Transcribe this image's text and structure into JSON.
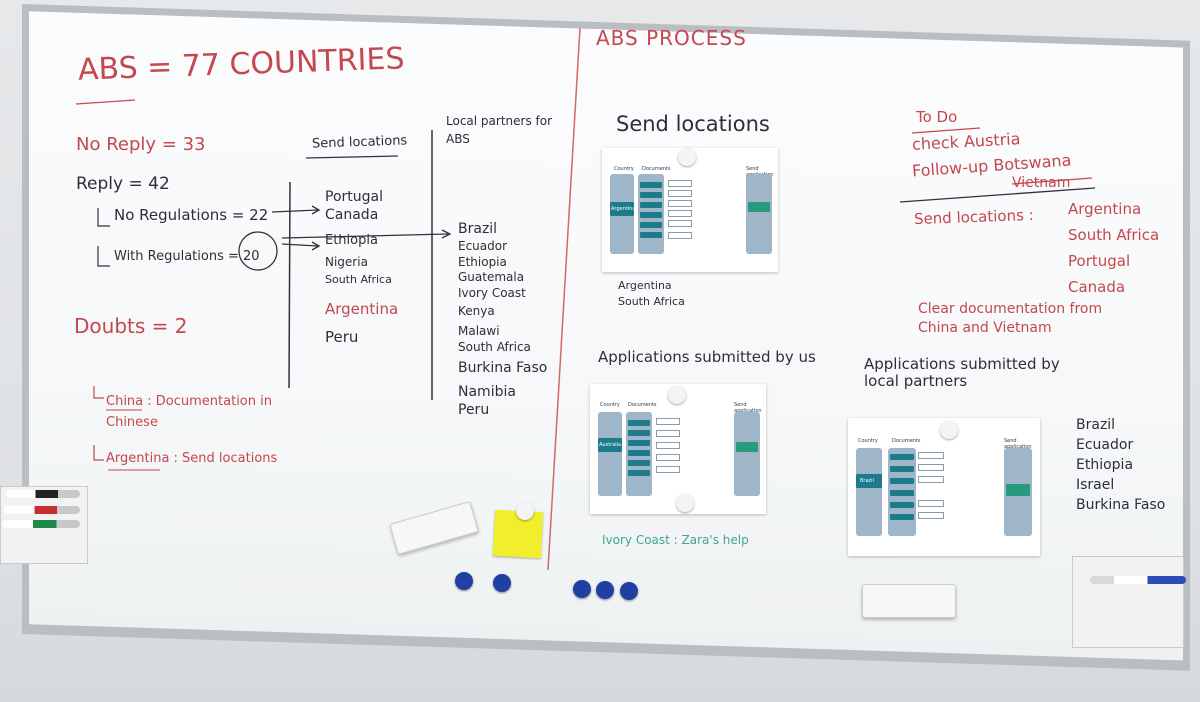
{
  "left": {
    "title": "ABS = 77 COUNTRIES",
    "no_reply": "No Reply = 33",
    "reply": "Reply = 42",
    "no_regulations": "No Regulations = 22",
    "with_regulations": "With Regulations = 20",
    "doubts": "Doubts = 2",
    "china": "China : Documentation in Chinese",
    "argentina": "Argentina : Send locations"
  },
  "send_locations": {
    "header": "Send locations",
    "items": [
      "Portugal",
      "Canada",
      "Ethiopia",
      "Nigeria",
      "South Africa",
      "Argentina",
      "Peru"
    ]
  },
  "local_partners": {
    "header": "Local partners for ABS",
    "items": [
      "Brazil",
      "Ecuador",
      "Ethiopia",
      "Guatemala",
      "Ivory Coast",
      "Kenya",
      "Malawi",
      "South Africa",
      "Burkina Faso",
      "Namibia",
      "Peru"
    ]
  },
  "process": {
    "title": "ABS PROCESS",
    "send_locations_title": "Send locations",
    "send_locations_countries": [
      "Argentina",
      "South Africa"
    ],
    "submitted_by_us_title": "Applications submitted by us",
    "ivory_coast_note": "Ivory Coast : Zara's help",
    "submitted_by_partners_title": "Applications submitted by local partners",
    "partner_countries": [
      "Brazil",
      "Ecuador",
      "Ethiopia",
      "Israel",
      "Burkina Faso"
    ]
  },
  "todo": {
    "title": "To Do",
    "items": [
      "check Austria",
      "Follow-up Botswana",
      "Vietnam"
    ],
    "send_locations_label": "Send locations :",
    "send_locations_items": [
      "Argentina",
      "South Africa",
      "Portugal",
      "Canada"
    ],
    "clear_docs": "Clear documentation from China and Vietnam"
  },
  "printouts": [
    {
      "country_col": "Country",
      "documents_col": "Documents",
      "send_col": "Send application",
      "country": "Argentina"
    },
    {
      "country_col": "Country",
      "documents_col": "Documents",
      "send_col": "Send application",
      "country": "Australia"
    },
    {
      "country_col": "Country",
      "documents_col": "Documents",
      "send_col": "Send application",
      "country": "Brazil"
    }
  ],
  "colors": {
    "red_ink": "#c5474f",
    "black_ink": "#2d2f37",
    "green_ink": "#3fa88d",
    "board": "#f6f8f9",
    "frame": "#b9bec3"
  }
}
